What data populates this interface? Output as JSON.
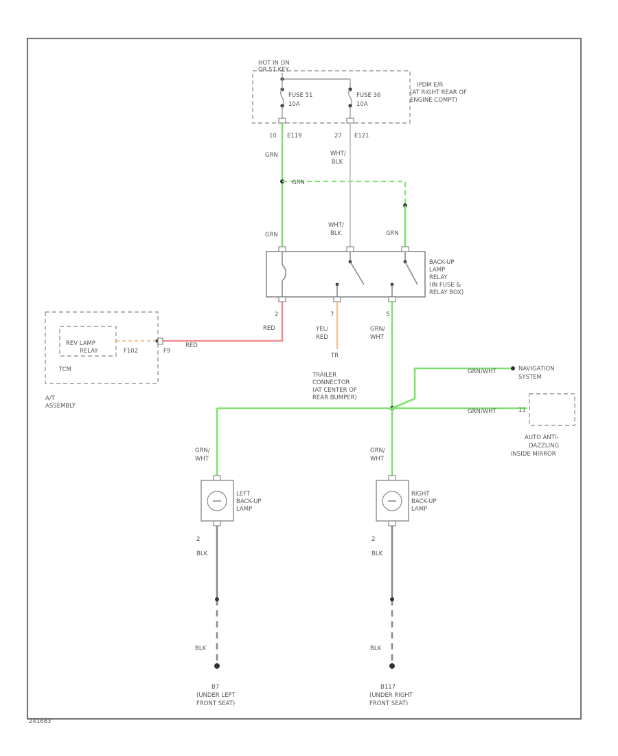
{
  "power": {
    "hot_label_1": "HOT IN ON",
    "hot_label_2": "OR ST KEY",
    "fuse_51_label": "FUSE 51",
    "fuse_51_rating": "10A",
    "fuse_36_label": "FUSE 36",
    "fuse_36_rating": "10A",
    "location_1": "IPDM E/R",
    "location_2": "(AT RIGHT REAR OF",
    "location_3": "ENGINE COMPT)",
    "pin_left": "10",
    "pin_left_conn": "E119",
    "pin_right": "27",
    "pin_right_conn": "E121"
  },
  "wires": {
    "grn": "GRN",
    "wht_blk": "WHT/",
    "blk": "BLK",
    "red": "RED",
    "yel": "YEL/",
    "yel_red": "RED",
    "grn_wht_1": "GRN/",
    "grn_wht_2": "WHT",
    "tr_label": "TR",
    "grn_wht_long": "GRN/WHT"
  },
  "relay": {
    "label_1": "BACK-UP",
    "label_2": "LAMP",
    "label_3": "RELAY",
    "label_4": "(IN FUSE &",
    "label_5": "RELAY BOX)",
    "pin_2": "2",
    "pin_7": "7",
    "pin_5": "5"
  },
  "tcm": {
    "relay_label_1": "REV LAMP",
    "relay_label_2": "RELAY",
    "pin_code": "F102",
    "conn": "F9",
    "box_label": "TCM",
    "assembly": "A/T",
    "assembly_2": "ASSEMBLY"
  },
  "trailer": {
    "line_1": "TRAILER",
    "line_2": "CONNECTOR",
    "line_3": "(AT CENTER OF",
    "line_4": "REAR BUMPER)"
  },
  "navigation": {
    "line_1": "NAVIGATION",
    "line_2": "SYSTEM"
  },
  "mirror": {
    "pin": "11",
    "line_1": "AUTO ANTI-",
    "line_2": "DAZZLING",
    "line_3": "INSIDE MIRROR"
  },
  "left_lamp": {
    "line_1": "LEFT",
    "line_2": "BACK-UP",
    "line_3": "LAMP",
    "pin": "2",
    "wire": "BLK",
    "wire_2": "BLK",
    "ground_1": "B7",
    "ground_2": "(UNDER LEFT",
    "ground_3": "FRONT SEAT)"
  },
  "right_lamp": {
    "line_1": "RIGHT",
    "line_2": "BACK-UP",
    "line_3": "LAMP",
    "pin": "2",
    "wire": "BLK",
    "wire_2": "BLK",
    "ground_1": "B117",
    "ground_2": "(UNDER RIGHT",
    "ground_3": "FRONT SEAT)"
  },
  "footer": {
    "code": "241683"
  },
  "colors": {
    "grn": "#7de36d",
    "red": "#ee8e92",
    "orange": "#f3c39a",
    "gray": "#c8c8c8",
    "black": "#8a8a8a"
  }
}
